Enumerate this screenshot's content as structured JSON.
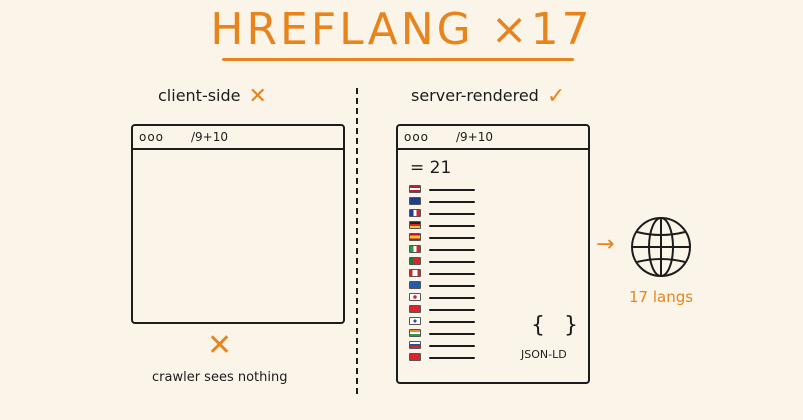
{
  "title": "HREFLANG ×17",
  "left": {
    "heading": "client-side",
    "heading_mark": "✕",
    "browser": {
      "dots": "ooo",
      "url": "/9+10"
    },
    "bottom_mark": "✕",
    "caption": "crawler sees nothing"
  },
  "right": {
    "heading": "server-rendered",
    "heading_mark": "✓",
    "browser": {
      "dots": "ooo",
      "url": "/9+10"
    },
    "count": "= 21",
    "flag_icons": [
      "us-flag-icon",
      "uk-flag-icon",
      "fr-flag-icon",
      "de-flag-icon",
      "es-flag-icon",
      "it-flag-icon",
      "pt-flag-icon",
      "ca-flag-icon",
      "se-flag-icon",
      "jp-flag-icon",
      "cn-flag-icon",
      "kr-flag-icon",
      "in-flag-icon",
      "ru-flag-icon",
      "tr-flag-icon"
    ],
    "json_braces": "{ }",
    "json_label": "JSON-LD"
  },
  "output": {
    "arrow": "→",
    "globe_icon": "globe-icon",
    "caption": "17 langs"
  },
  "colors": {
    "accent": "#e8841e",
    "ink": "#1c1c1c",
    "background": "#fbf5e9"
  }
}
